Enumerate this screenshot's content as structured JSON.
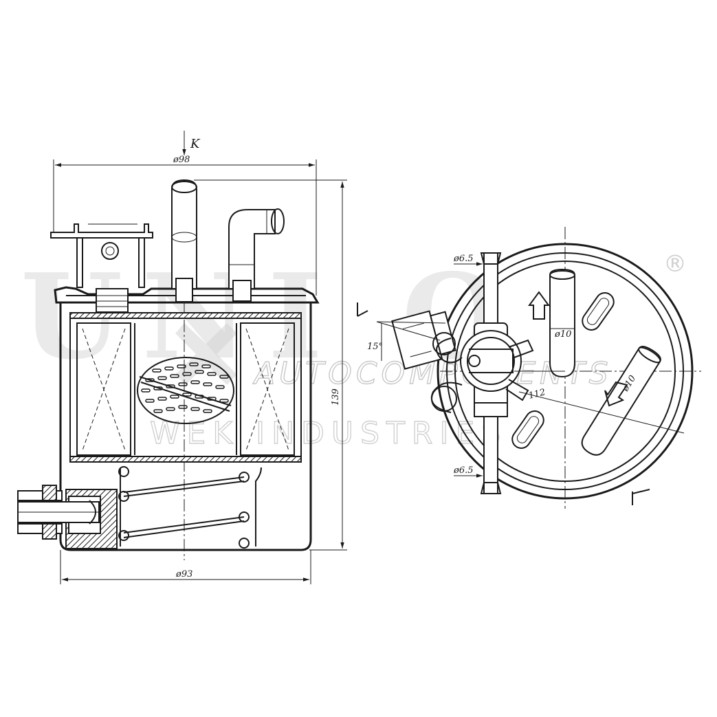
{
  "watermark": {
    "brand": "UNI O",
    "line1": "AUTOCOMPONENTS",
    "line2": "WEK INDUSTRIES",
    "registered": "®"
  },
  "section_view": {
    "view_marker": "K",
    "dim_top_diameter": "ø98",
    "dim_bottom_diameter": "ø93",
    "dim_height": "139"
  },
  "top_view": {
    "dim_port_upper": "ø6.5",
    "dim_port_lower": "ø6.5",
    "dim_angle": "15°",
    "dim_inlet": "ø10",
    "dim_outlet": "ø10",
    "dim_radial": "112"
  }
}
